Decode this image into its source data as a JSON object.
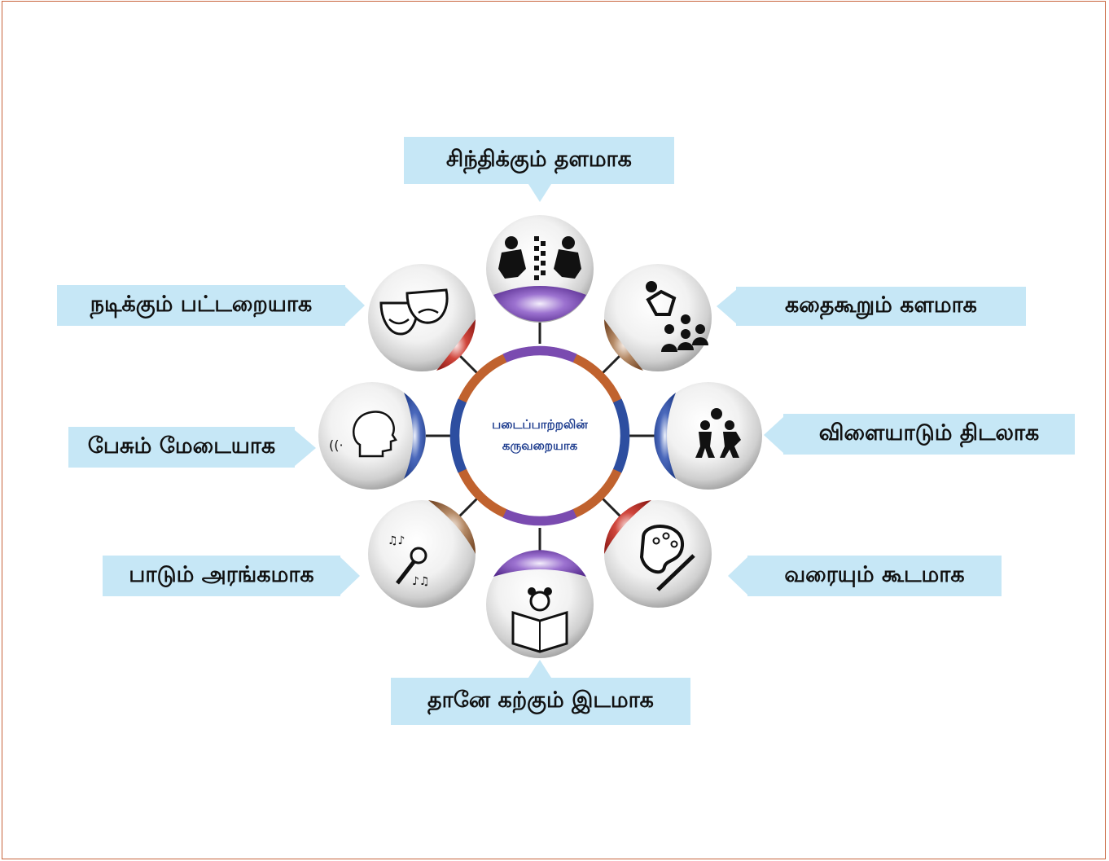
{
  "center": {
    "line1": "படைப்பாற்றலின்",
    "line2": "கருவறையாக"
  },
  "nodes": [
    {
      "id": "think",
      "label": "சிந்திக்கும் தளமாக",
      "accent": "#7a4bb0",
      "icon": "two-people-building-blocks-icon"
    },
    {
      "id": "story",
      "label": "கதைகூறும் களமாக",
      "accent": "#9a6a48",
      "icon": "storytelling-group-icon"
    },
    {
      "id": "play",
      "label": "விளையாடும் திடலாக",
      "accent": "#2d4ea0",
      "icon": "children-playing-ball-icon"
    },
    {
      "id": "draw",
      "label": "வரையும் கூடமாக",
      "accent": "#c0302a",
      "icon": "paint-palette-brush-icon"
    },
    {
      "id": "learn",
      "label": "தானே கற்கும் இடமாக",
      "accent": "#7a4bb0",
      "icon": "child-reading-book-icon"
    },
    {
      "id": "sing",
      "label": "பாடும் அரங்கமாக",
      "accent": "#9a6a48",
      "icon": "singing-microphone-icon"
    },
    {
      "id": "speak",
      "label": "பேசும் மேடையாக",
      "accent": "#2d4ea0",
      "icon": "speaking-head-icon"
    },
    {
      "id": "act",
      "label": "நடிக்கும் பட்டறையாக",
      "accent": "#c0302a",
      "icon": "theatre-masks-icon"
    }
  ],
  "colors": {
    "label_bg": "#c6e7f6",
    "ring_orange": "#c0622e",
    "ring_purple": "#7a4bb0",
    "ring_blue": "#2d4ea0",
    "center_text": "#1d3c8e"
  }
}
